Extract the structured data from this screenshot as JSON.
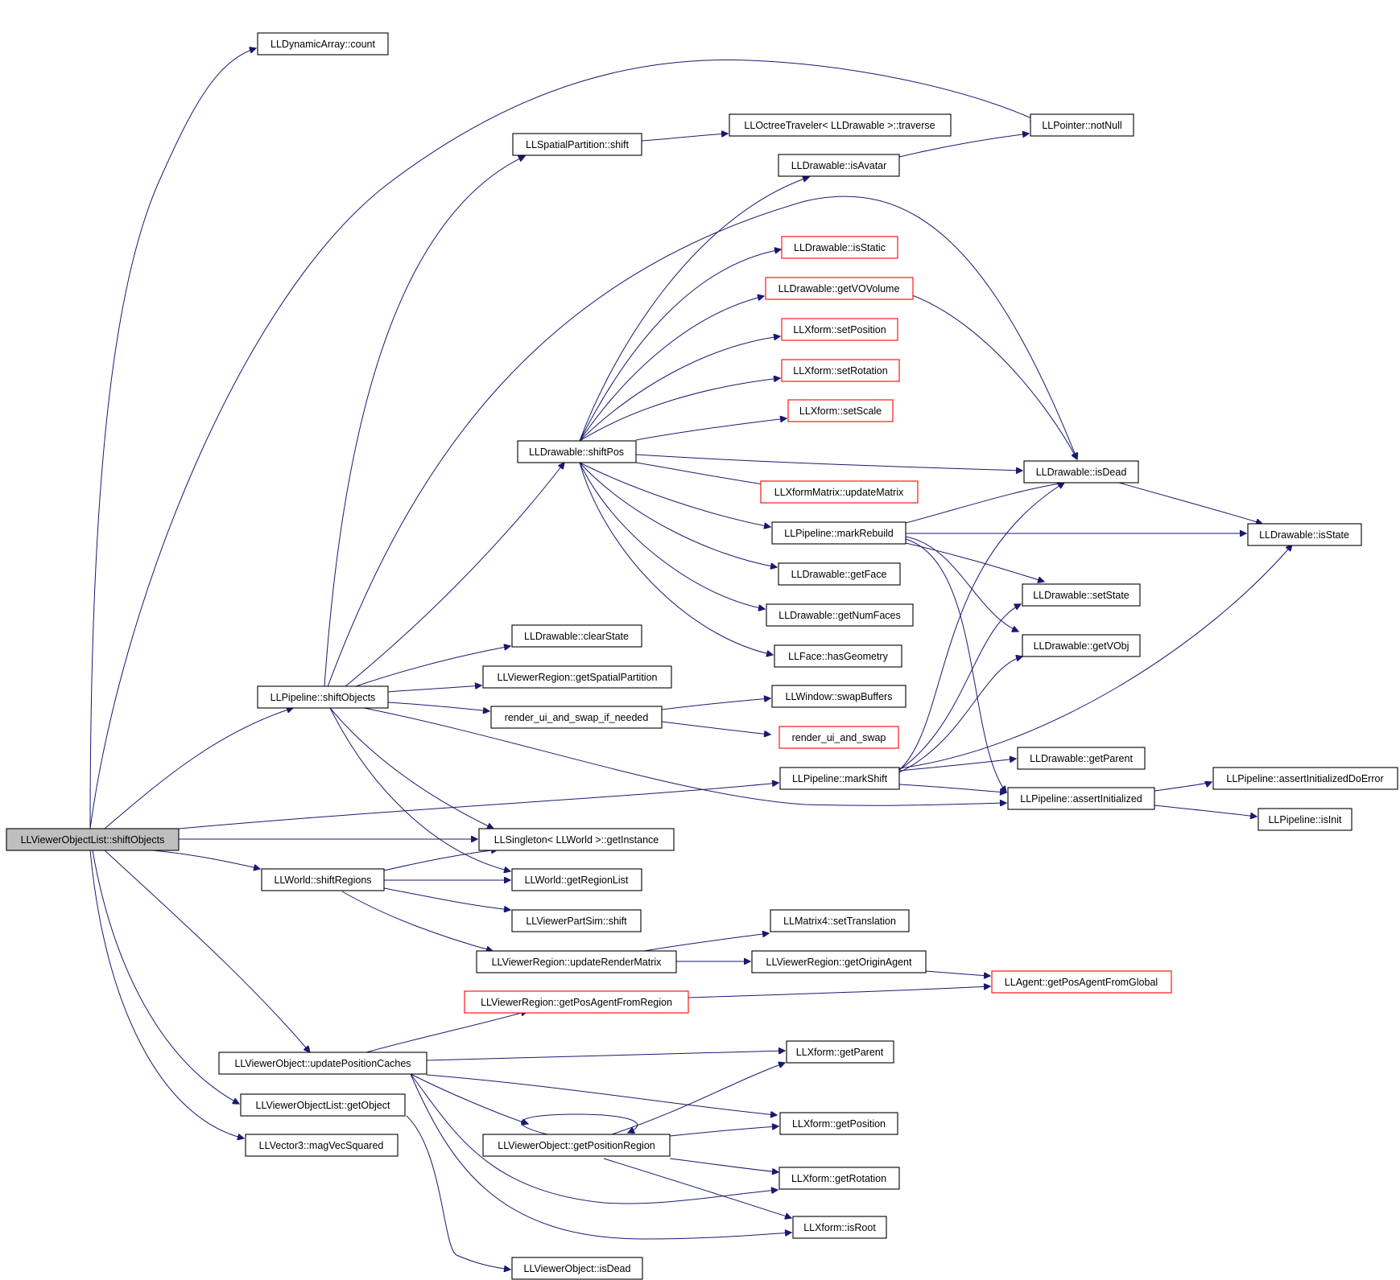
{
  "diagram": {
    "nodes": [
      {
        "id": "root",
        "label": "LLViewerObjectList::shiftObjects",
        "style": "root"
      },
      {
        "id": "dyncount",
        "label": "LLDynamicArray::count",
        "style": "normal"
      },
      {
        "id": "spshift",
        "label": "LLSpatialPartition::shift",
        "style": "normal"
      },
      {
        "id": "octree",
        "label": "LLOctreeTraveler< LLDrawable >::traverse",
        "style": "normal"
      },
      {
        "id": "notnull",
        "label": "LLPointer::notNull",
        "style": "normal"
      },
      {
        "id": "isavatar",
        "label": "LLDrawable::isAvatar",
        "style": "normal"
      },
      {
        "id": "isstatic",
        "label": "LLDrawable::isStatic",
        "style": "red"
      },
      {
        "id": "getvovol",
        "label": "LLDrawable::getVOVolume",
        "style": "red"
      },
      {
        "id": "setpos",
        "label": "LLXform::setPosition",
        "style": "red"
      },
      {
        "id": "setrot",
        "label": "LLXform::setRotation",
        "style": "red"
      },
      {
        "id": "setscale",
        "label": "LLXform::setScale",
        "style": "red"
      },
      {
        "id": "shiftpos",
        "label": "LLDrawable::shiftPos",
        "style": "normal"
      },
      {
        "id": "isdead",
        "label": "LLDrawable::isDead",
        "style": "normal"
      },
      {
        "id": "updmatrix",
        "label": "LLXformMatrix::updateMatrix",
        "style": "red"
      },
      {
        "id": "markrebuild",
        "label": "LLPipeline::markRebuild",
        "style": "normal"
      },
      {
        "id": "isstate",
        "label": "LLDrawable::isState",
        "style": "normal"
      },
      {
        "id": "getface",
        "label": "LLDrawable::getFace",
        "style": "normal"
      },
      {
        "id": "setstate",
        "label": "LLDrawable::setState",
        "style": "normal"
      },
      {
        "id": "getnumfaces",
        "label": "LLDrawable::getNumFaces",
        "style": "normal"
      },
      {
        "id": "getvobj",
        "label": "LLDrawable::getVObj",
        "style": "normal"
      },
      {
        "id": "clearstate",
        "label": "LLDrawable::clearState",
        "style": "normal"
      },
      {
        "id": "hasgeom",
        "label": "LLFace::hasGeometry",
        "style": "normal"
      },
      {
        "id": "getspatial",
        "label": "LLViewerRegion::getSpatialPartition",
        "style": "normal"
      },
      {
        "id": "shiftobjects",
        "label": "LLPipeline::shiftObjects",
        "style": "normal"
      },
      {
        "id": "swapbuffers",
        "label": "LLWindow::swapBuffers",
        "style": "normal"
      },
      {
        "id": "renderifneeded",
        "label": "render_ui_and_swap_if_needed",
        "style": "normal"
      },
      {
        "id": "renderswap",
        "label": "render_ui_and_swap",
        "style": "red"
      },
      {
        "id": "drgetparent",
        "label": "LLDrawable::getParent",
        "style": "normal"
      },
      {
        "id": "markshift",
        "label": "LLPipeline::markShift",
        "style": "normal"
      },
      {
        "id": "assertinit",
        "label": "LLPipeline::assertInitialized",
        "style": "normal"
      },
      {
        "id": "asserterr",
        "label": "LLPipeline::assertInitializedDoError",
        "style": "normal"
      },
      {
        "id": "isinit",
        "label": "LLPipeline::isInit",
        "style": "normal"
      },
      {
        "id": "getinstance",
        "label": "LLSingleton< LLWorld >::getInstance",
        "style": "normal"
      },
      {
        "id": "shiftregions",
        "label": "LLWorld::shiftRegions",
        "style": "normal"
      },
      {
        "id": "getregionlist",
        "label": "LLWorld::getRegionList",
        "style": "normal"
      },
      {
        "id": "partsim",
        "label": "LLViewerPartSim::shift",
        "style": "normal"
      },
      {
        "id": "settrans",
        "label": "LLMatrix4::setTranslation",
        "style": "normal"
      },
      {
        "id": "updrender",
        "label": "LLViewerRegion::updateRenderMatrix",
        "style": "normal"
      },
      {
        "id": "getorigin",
        "label": "LLViewerRegion::getOriginAgent",
        "style": "normal"
      },
      {
        "id": "getposglobal",
        "label": "LLAgent::getPosAgentFromGlobal",
        "style": "red"
      },
      {
        "id": "getposregion",
        "label": "LLViewerRegion::getPosAgentFromRegion",
        "style": "red"
      },
      {
        "id": "updposcache",
        "label": "LLViewerObject::updatePositionCaches",
        "style": "normal"
      },
      {
        "id": "xgetparent",
        "label": "LLXform::getParent",
        "style": "normal"
      },
      {
        "id": "getobject",
        "label": "LLViewerObjectList::getObject",
        "style": "normal"
      },
      {
        "id": "xgetposition",
        "label": "LLXform::getPosition",
        "style": "normal"
      },
      {
        "id": "getposreg",
        "label": "LLViewerObject::getPositionRegion",
        "style": "normal"
      },
      {
        "id": "magvec",
        "label": "LLVector3::magVecSquared",
        "style": "normal"
      },
      {
        "id": "xgetrot",
        "label": "LLXform::getRotation",
        "style": "normal"
      },
      {
        "id": "isroot",
        "label": "LLXform::isRoot",
        "style": "normal"
      },
      {
        "id": "voisdead",
        "label": "LLViewerObject::isDead",
        "style": "normal"
      }
    ]
  }
}
